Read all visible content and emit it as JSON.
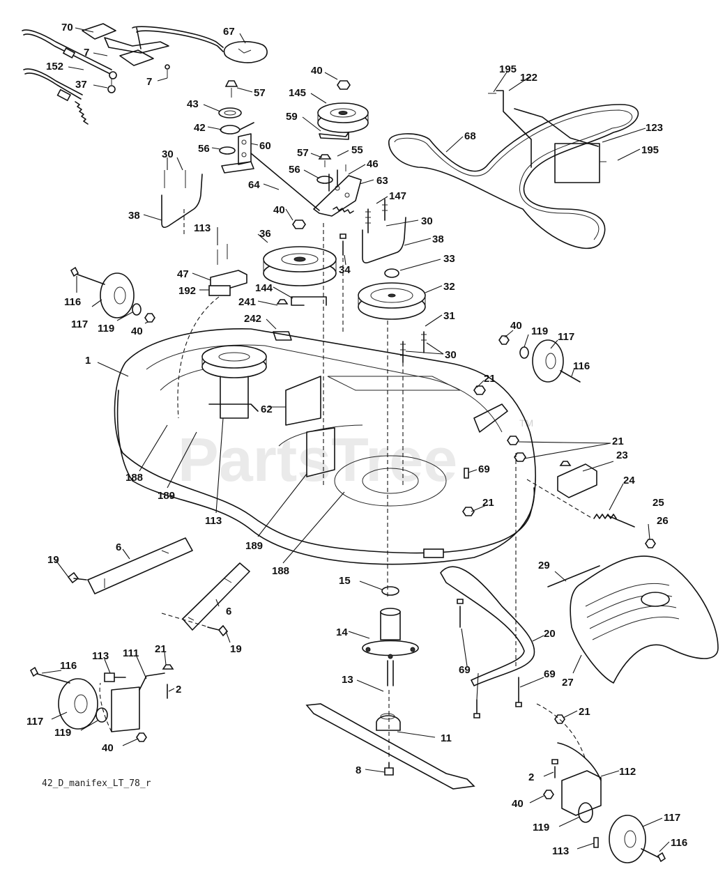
{
  "diagram": {
    "watermark": "PartsTree",
    "watermark_mark": "TM",
    "drawing_code": "42_D_manifex_LT_78_r"
  },
  "labels": [
    {
      "text": "70"
    },
    {
      "text": "7"
    },
    {
      "text": "7"
    },
    {
      "text": "152"
    },
    {
      "text": "37"
    },
    {
      "text": "67"
    },
    {
      "text": "57"
    },
    {
      "text": "43"
    },
    {
      "text": "42"
    },
    {
      "text": "56"
    },
    {
      "text": "60"
    },
    {
      "text": "64"
    },
    {
      "text": "40"
    },
    {
      "text": "145"
    },
    {
      "text": "59"
    },
    {
      "text": "57"
    },
    {
      "text": "55"
    },
    {
      "text": "56"
    },
    {
      "text": "46"
    },
    {
      "text": "63"
    },
    {
      "text": "147"
    },
    {
      "text": "40"
    },
    {
      "text": "195"
    },
    {
      "text": "122"
    },
    {
      "text": "68"
    },
    {
      "text": "123"
    },
    {
      "text": "195"
    },
    {
      "text": "30"
    },
    {
      "text": "38"
    },
    {
      "text": "30"
    },
    {
      "text": "38"
    },
    {
      "text": "113"
    },
    {
      "text": "36"
    },
    {
      "text": "34"
    },
    {
      "text": "33"
    },
    {
      "text": "47"
    },
    {
      "text": "192"
    },
    {
      "text": "144"
    },
    {
      "text": "32"
    },
    {
      "text": "241"
    },
    {
      "text": "242"
    },
    {
      "text": "31"
    },
    {
      "text": "30"
    },
    {
      "text": "116"
    },
    {
      "text": "117"
    },
    {
      "text": "119"
    },
    {
      "text": "40"
    },
    {
      "text": "40"
    },
    {
      "text": "119"
    },
    {
      "text": "117"
    },
    {
      "text": "116"
    },
    {
      "text": "1"
    },
    {
      "text": "21"
    },
    {
      "text": "62"
    },
    {
      "text": "21"
    },
    {
      "text": "69"
    },
    {
      "text": "23"
    },
    {
      "text": "24"
    },
    {
      "text": "25"
    },
    {
      "text": "21"
    },
    {
      "text": "26"
    },
    {
      "text": "188"
    },
    {
      "text": "189"
    },
    {
      "text": "113"
    },
    {
      "text": "189"
    },
    {
      "text": "188"
    },
    {
      "text": "6"
    },
    {
      "text": "19"
    },
    {
      "text": "29"
    },
    {
      "text": "15"
    },
    {
      "text": "6"
    },
    {
      "text": "19"
    },
    {
      "text": "14"
    },
    {
      "text": "20"
    },
    {
      "text": "27"
    },
    {
      "text": "69"
    },
    {
      "text": "69"
    },
    {
      "text": "116"
    },
    {
      "text": "113"
    },
    {
      "text": "111"
    },
    {
      "text": "21"
    },
    {
      "text": "2"
    },
    {
      "text": "13"
    },
    {
      "text": "117"
    },
    {
      "text": "119"
    },
    {
      "text": "40"
    },
    {
      "text": "21"
    },
    {
      "text": "11"
    },
    {
      "text": "8"
    },
    {
      "text": "2"
    },
    {
      "text": "112"
    },
    {
      "text": "40"
    },
    {
      "text": "119"
    },
    {
      "text": "117"
    },
    {
      "text": "113"
    },
    {
      "text": "116"
    }
  ]
}
